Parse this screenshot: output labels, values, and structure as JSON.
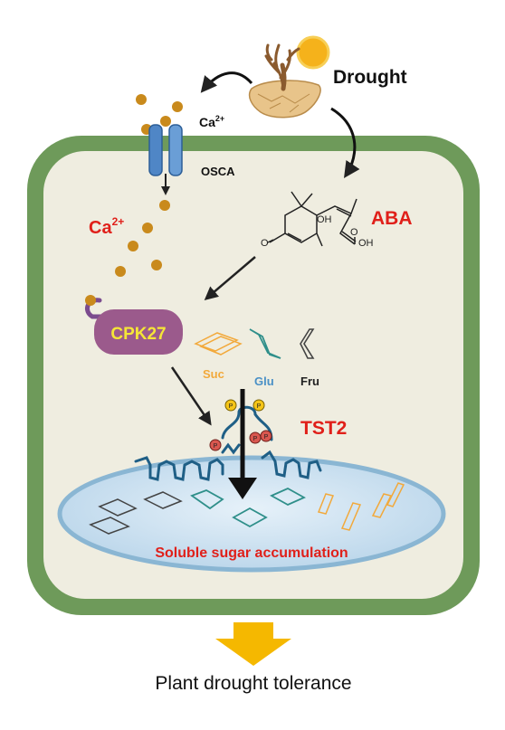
{
  "labels": {
    "drought": "Drought",
    "ca_top_base": "Ca",
    "ca_top_sup": "2+",
    "osca": "OSCA",
    "ca_mid_base": "Ca",
    "ca_mid_sup": "2+",
    "aba": "ABA",
    "oh": "OH",
    "oh_acid": "OH",
    "keto_o": "O",
    "acid_o": "O",
    "cpk27": "CPK27",
    "suc": "Suc",
    "glu": "Glu",
    "fru": "Fru",
    "tst2": "TST2",
    "phospho": "P",
    "accumulation": "Soluble sugar accumulation",
    "tolerance": "Plant drought tolerance"
  },
  "colors": {
    "cell_wall": "#6e9a5a",
    "cytoplasm": "#efede0",
    "vacuole": "#c9dff0",
    "vacuole_rim": "#8ab6d3",
    "red_text": "#e0201a",
    "cpk": "#9b5a8c",
    "cpk_text": "#f5e637",
    "calcium": "#c98a1c",
    "channel": "#5b8ec8",
    "sun": "#f5b21b",
    "soil": "#e8c48a",
    "arrow_yellow": "#f5b800",
    "suc": "#f2a93b",
    "glu": "#2f8f8a",
    "fru": "#444444",
    "tst2": "#1f5f86",
    "p_yellow": "#f5c518",
    "p_red": "#d9574f"
  }
}
